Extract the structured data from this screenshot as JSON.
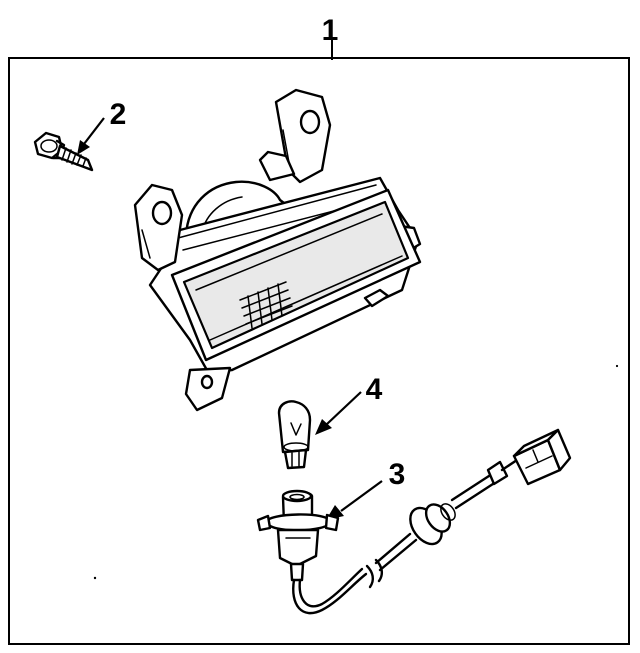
{
  "callouts": {
    "c1": "1",
    "c2": "2",
    "c3": "3",
    "c4": "4"
  },
  "icons": [
    "assembly-frame",
    "screw-icon",
    "lamp-housing",
    "bulb-icon",
    "socket-icon",
    "harness-connector-icon"
  ]
}
